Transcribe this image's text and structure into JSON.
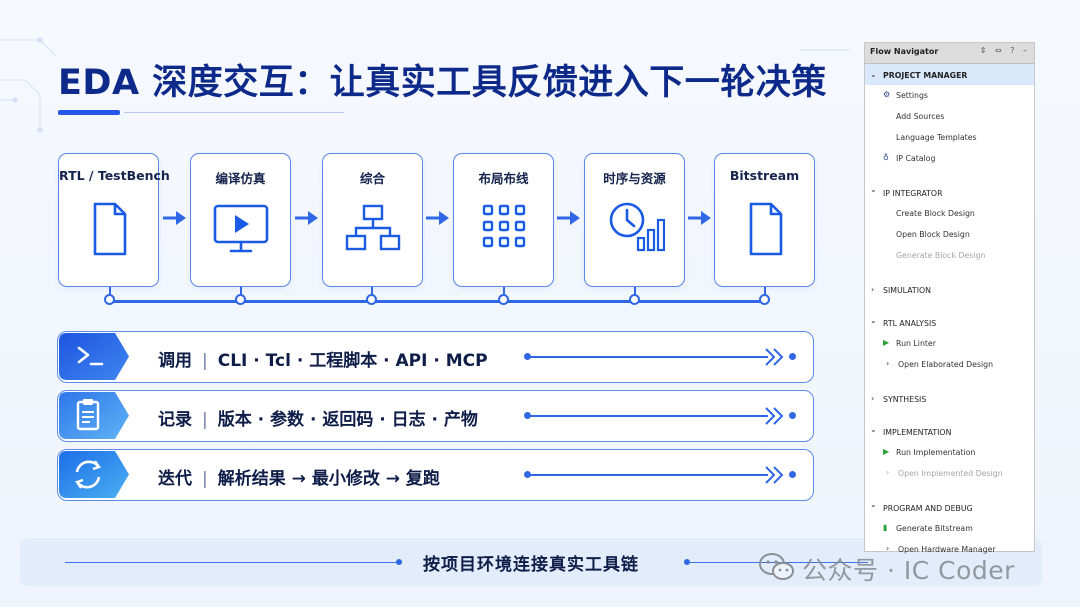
{
  "title": "EDA 深度交互：让真实工具反馈进入下一轮决策",
  "flow_steps": [
    {
      "label": "RTL / TestBench",
      "icon": "document-icon"
    },
    {
      "label": "编译仿真",
      "icon": "monitor-play-icon"
    },
    {
      "label": "综合",
      "icon": "hierarchy-icon"
    },
    {
      "label": "布局布线",
      "icon": "grid-icon"
    },
    {
      "label": "时序与资源",
      "icon": "clock-chart-icon"
    },
    {
      "label": "Bitstream",
      "icon": "document-icon"
    }
  ],
  "rows": [
    {
      "key": "调用",
      "sep": "|",
      "body": "CLI · Tcl · 工程脚本 · API · MCP",
      "icon": "terminal-icon"
    },
    {
      "key": "记录",
      "sep": "|",
      "body": "版本 · 参数 · 返回码 · 日志 · 产物",
      "icon": "clipboard-icon"
    },
    {
      "key": "迭代",
      "sep": "|",
      "body": "解析结果 → 最小修改 → 复跑",
      "icon": "cycle-icon"
    }
  ],
  "bottom": "按项目环境连接真实工具链",
  "flow_navigator": {
    "title": "Flow Navigator",
    "tools": "⇕ ⇔ ? –",
    "items": {
      "project_manager": "PROJECT MANAGER",
      "settings": "Settings",
      "add_sources": "Add Sources",
      "language_templates": "Language Templates",
      "ip_catalog": "IP Catalog",
      "ip_integrator": "IP INTEGRATOR",
      "create_block_design": "Create Block Design",
      "open_block_design": "Open Block Design",
      "generate_block_design": "Generate Block Design",
      "simulation": "SIMULATION",
      "rtl_analysis": "RTL ANALYSIS",
      "run_linter": "Run Linter",
      "open_elaborated_design": "Open Elaborated Design",
      "synthesis": "SYNTHESIS",
      "implementation": "IMPLEMENTATION",
      "run_implementation": "Run Implementation",
      "open_implemented_design": "Open Implemented Design",
      "program_and_debug": "PROGRAM AND DEBUG",
      "generate_bitstream": "Generate Bitstream",
      "open_hardware_manager": "Open Hardware Manager"
    }
  },
  "watermark": "公众号 · IC Coder",
  "colors": {
    "accent": "#2f67e6",
    "title": "#0d2a8a",
    "badge_dark": "#1d55e0",
    "badge_light": "#5fb3f5"
  }
}
